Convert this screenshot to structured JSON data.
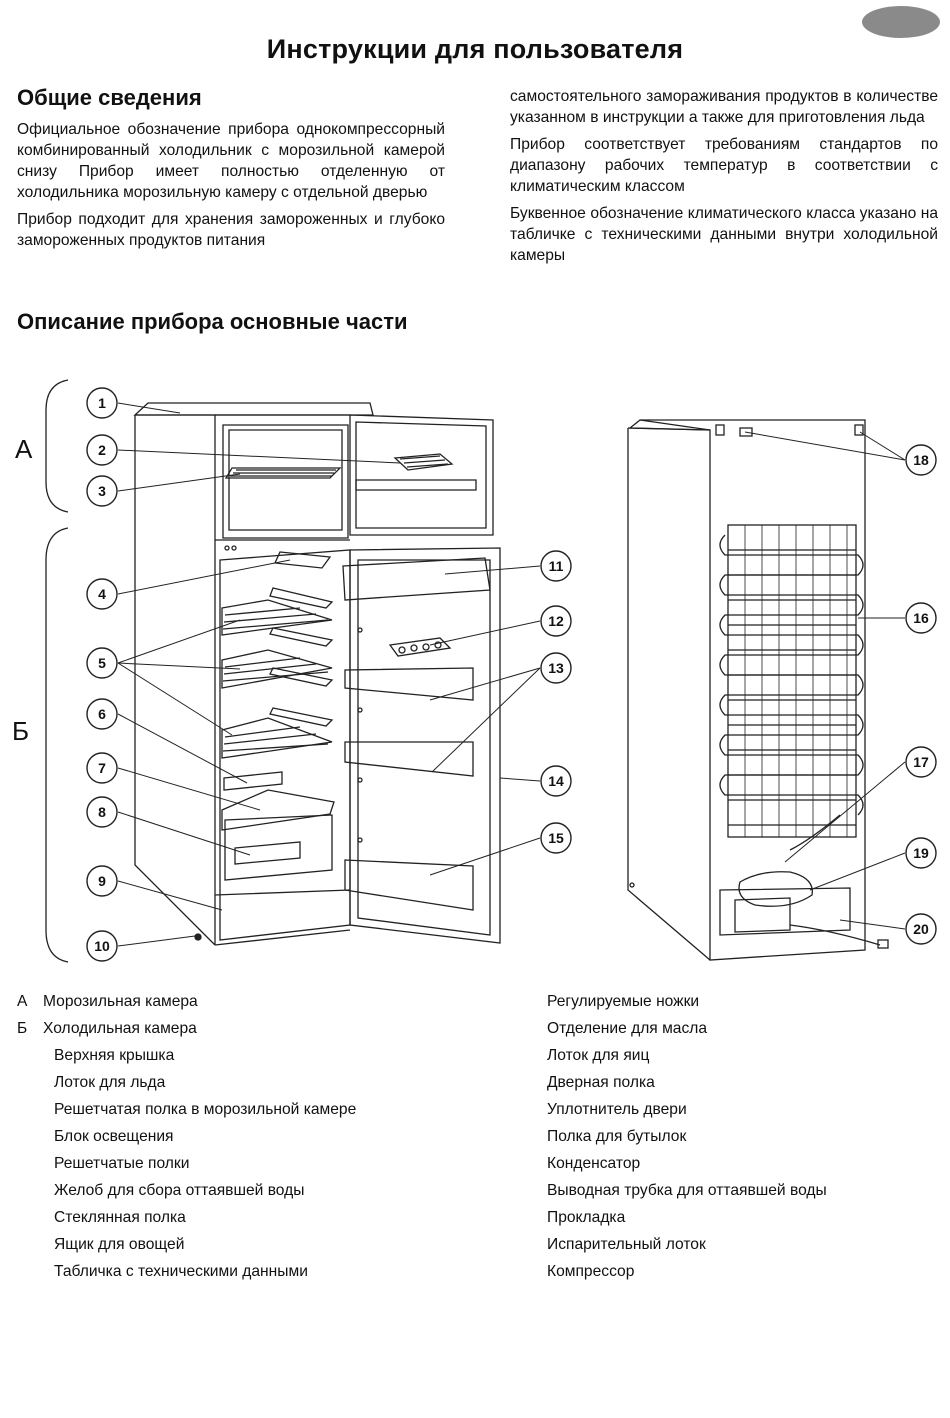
{
  "page": {
    "title": "Инструкции для пользователя"
  },
  "general": {
    "heading": "Общие сведения",
    "left_paragraphs": [
      "Официальное обозначение прибора однокомпрессорный комбинированный холодильник с морозильной камерой снизу Прибор имеет полностью отделенную от холодильника морозильную камеру с отдельной дверью",
      "Прибор подходит для хранения замороженных и глубоко замороженных продуктов питания"
    ],
    "right_paragraphs": [
      "самостоятельного замораживания продуктов в количестве указанном в инструкции а также для приготовления льда",
      "Прибор соответствует требованиям стандартов по диапазону рабочих температур в соответствии с климатическим классом",
      "Буквенное обозначение климатического класса указано на табличке с техническими данными внутри холодильной камеры"
    ]
  },
  "parts": {
    "heading": "Описание прибора основные части",
    "zone_a": "А",
    "zone_b": "Б",
    "callouts": [
      "1",
      "2",
      "3",
      "4",
      "5",
      "6",
      "7",
      "8",
      "9",
      "10",
      "11",
      "12",
      "13",
      "14",
      "15",
      "16",
      "17",
      "18",
      "19",
      "20"
    ],
    "legend_sections": [
      {
        "letter": "А",
        "label": "Морозильная камера"
      },
      {
        "letter": "Б",
        "label": "Холодильная камера"
      }
    ],
    "legend_left": [
      "Верхняя крышка",
      "Лоток для льда",
      "Решетчатая полка в морозильной камере",
      "Блок освещения",
      "Решетчатые полки",
      "Желоб для сбора оттаявшей воды",
      "Стеклянная полка",
      "Ящик для овощей",
      "Табличка с техническими данными"
    ],
    "legend_right": [
      "Регулируемые ножки",
      "Отделение для масла",
      "Лоток для яиц",
      "Дверная полка",
      "Уплотнитель двери",
      "Полка для бутылок",
      "Конденсатор",
      "Выводная трубка для оттаявшей воды",
      "Прокладка",
      "Испарительный лоток",
      "Компрессор"
    ]
  }
}
